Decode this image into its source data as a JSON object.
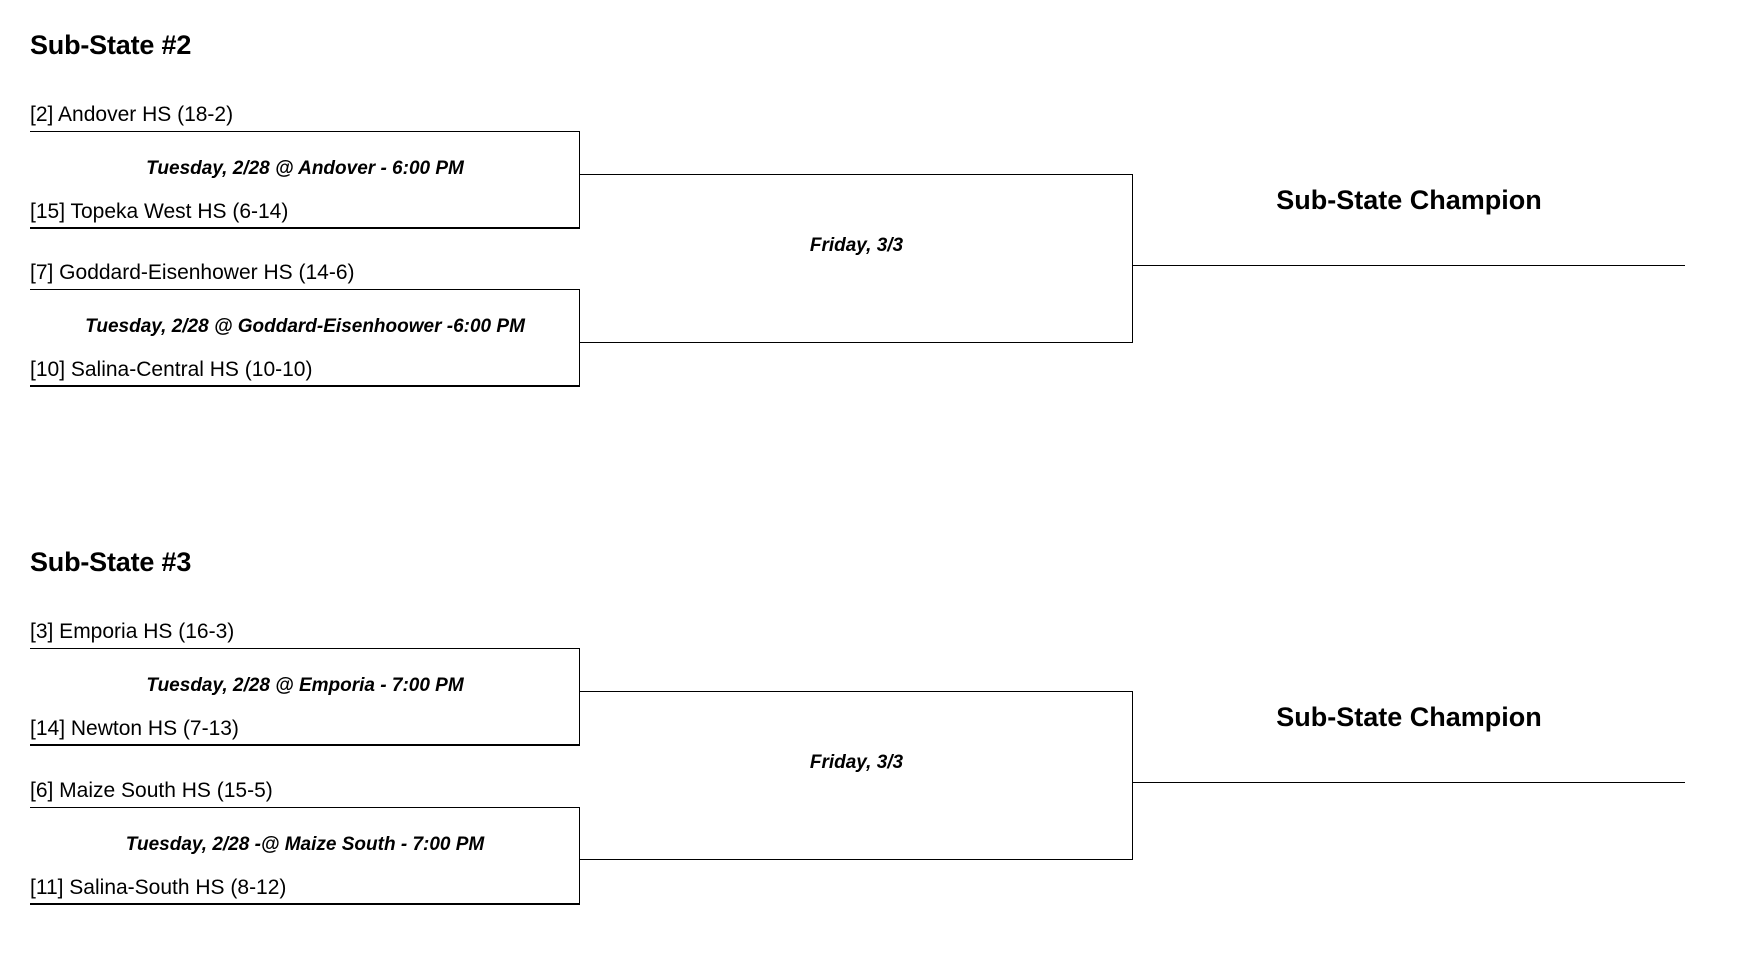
{
  "document": {
    "type": "tournament-bracket",
    "background_color": "#ffffff",
    "text_color": "#000000"
  },
  "brackets": [
    {
      "id": "sub-state-2",
      "title": "Sub-State #2",
      "round1": [
        {
          "id": "game-1",
          "top_team": {
            "seed": "[2]",
            "name": "Andover HS",
            "record": "(18-2)",
            "full": "[2] Andover HS   (18-2)"
          },
          "bottom_team": {
            "seed": "[15]",
            "name": "Topeka West HS",
            "record": "(6-14)",
            "full": "[15] Topeka West HS  (6-14)"
          },
          "game_info": "Tuesday, 2/28 @ Andover - 6:00 PM"
        },
        {
          "id": "game-2",
          "top_team": {
            "seed": "[7]",
            "name": "Goddard-Eisenhower HS",
            "record": "(14-6)",
            "full": "[7] Goddard-Eisenhower HS   (14-6)"
          },
          "bottom_team": {
            "seed": "[10]",
            "name": "Salina-Central HS",
            "record": "(10-10)",
            "full": "[10] Salina-Central HS  (10-10)"
          },
          "game_info": "Tuesday, 2/28 @ Goddard-Eisenhoower -6:00 PM"
        }
      ],
      "round2": {
        "id": "game-3",
        "game_info": "Friday, 3/3"
      },
      "champion": {
        "label": "Sub-State Champion",
        "winner": ""
      }
    },
    {
      "id": "sub-state-3",
      "title": "Sub-State #3",
      "round1": [
        {
          "id": "game-4",
          "top_team": {
            "seed": "[3]",
            "name": "Emporia HS",
            "record": "(16-3)",
            "full": "[3] Emporia HS   (16-3)"
          },
          "bottom_team": {
            "seed": "[14]",
            "name": "Newton HS",
            "record": "(7-13)",
            "full": "[14] Newton HS  (7-13)"
          },
          "game_info": "Tuesday, 2/28 @ Emporia - 7:00 PM"
        },
        {
          "id": "game-5",
          "top_team": {
            "seed": "[6]",
            "name": "Maize South HS",
            "record": "(15-5)",
            "full": "[6] Maize South HS   (15-5)"
          },
          "bottom_team": {
            "seed": "[11]",
            "name": "Salina-South HS",
            "record": "(8-12)",
            "full": "[11] Salina-South HS  (8-12)"
          },
          "game_info": "Tuesday, 2/28 -@ Maize South - 7:00 PM"
        }
      ],
      "round2": {
        "id": "game-6",
        "game_info": "Friday, 3/3"
      },
      "champion": {
        "label": "Sub-State Champion",
        "winner": ""
      }
    }
  ]
}
